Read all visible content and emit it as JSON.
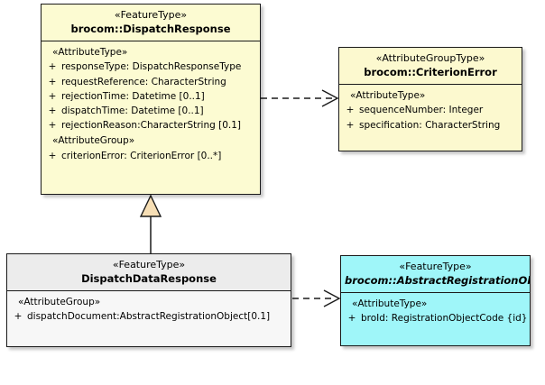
{
  "diagram": {
    "type": "uml-class-diagram",
    "background": "#ffffff",
    "colors": {
      "yellow_fill": "#fcfbd2",
      "gray_header_fill": "#ececec",
      "gray_body_fill": "#f7f7f7",
      "cyan_fill": "#9ff6f9",
      "border": "#1a1a1a",
      "generalization_triangle_fill": "#f7dfb5"
    }
  },
  "classes": {
    "dispatch_response": {
      "stereotype": "«FeatureType»",
      "name": "brocom::DispatchResponse",
      "abstract": false,
      "sections": [
        {
          "label": "«AttributeType»",
          "attributes": [
            {
              "visibility": "+",
              "text": "responseType: DispatchResponseType"
            },
            {
              "visibility": "+",
              "text": "requestReference: CharacterString"
            },
            {
              "visibility": "+",
              "text": "rejectionTime: Datetime [0..1]"
            },
            {
              "visibility": "+",
              "text": "dispatchTime: Datetime [0..1]"
            },
            {
              "visibility": "+",
              "text": "rejectionReason:CharacterString [0.1]"
            }
          ]
        },
        {
          "label": "«AttributeGroup»",
          "attributes": [
            {
              "visibility": "+",
              "text": "criterionError: CriterionError [0..*]"
            }
          ]
        }
      ]
    },
    "criterion_error": {
      "stereotype": "«AttributeGroupType»",
      "name": "brocom::CriterionError",
      "abstract": false,
      "sections": [
        {
          "label": "«AttributeType»",
          "attributes": [
            {
              "visibility": "+",
              "text": "sequenceNumber: Integer"
            },
            {
              "visibility": "+",
              "text": "specification: CharacterString"
            }
          ]
        }
      ]
    },
    "dispatch_data_response": {
      "stereotype": "«FeatureType»",
      "name": "DispatchDataResponse",
      "abstract": false,
      "sections": [
        {
          "label": "«AttributeGroup»",
          "attributes": [
            {
              "visibility": "+",
              "text": "dispatchDocument:AbstractRegistrationObject[0.1]"
            }
          ]
        }
      ]
    },
    "abstract_registration_object": {
      "stereotype": "«FeatureType»",
      "name": "brocom::AbstractRegistrationObject",
      "abstract": true,
      "sections": [
        {
          "label": "«AttributeType»",
          "attributes": [
            {
              "visibility": "+",
              "text": "broId: RegistrationObjectCode {id}"
            }
          ]
        }
      ]
    }
  },
  "relationships": [
    {
      "kind": "dependency",
      "style": "dashed-open-arrow",
      "from": "dispatch_response",
      "to": "criterion_error",
      "label": ""
    },
    {
      "kind": "generalization",
      "style": "solid-hollow-triangle",
      "from": "dispatch_data_response",
      "to": "dispatch_response",
      "label": ""
    },
    {
      "kind": "dependency",
      "style": "dashed-open-arrow",
      "from": "dispatch_data_response",
      "to": "abstract_registration_object",
      "label": ""
    }
  ]
}
